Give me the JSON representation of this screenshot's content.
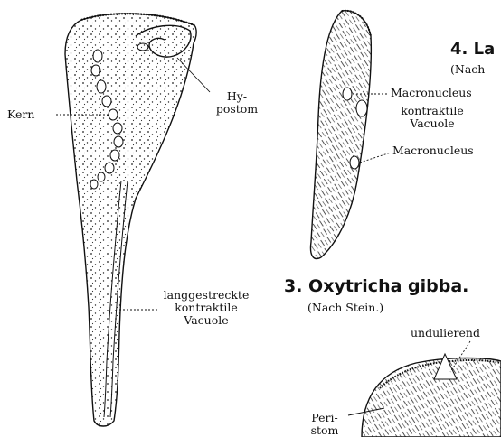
{
  "figure_left": {
    "labels": {
      "kern": "Kern",
      "hypostom_line1": "Hy-",
      "hypostom_line2": "postom",
      "vacuole_line1": "langgestreckte",
      "vacuole_line2": "kontraktile",
      "vacuole_line3": "Vacuole"
    }
  },
  "figure_right_top": {
    "heading_partial": "4. La",
    "source_partial": "(Nach",
    "labels": {
      "macronucleus_upper": "Macronucleus",
      "vacuole_line1": "kontraktile",
      "vacuole_line2": "Vacuole",
      "macronucleus_lower": "Macronucleus"
    }
  },
  "figure_right_bottom": {
    "heading": "3. Oxytricha gibba.",
    "source": "(Nach Stein.)",
    "label_undulierend": "undulierend",
    "peristom_line1": "Peri-",
    "peristom_line2": "stom"
  }
}
